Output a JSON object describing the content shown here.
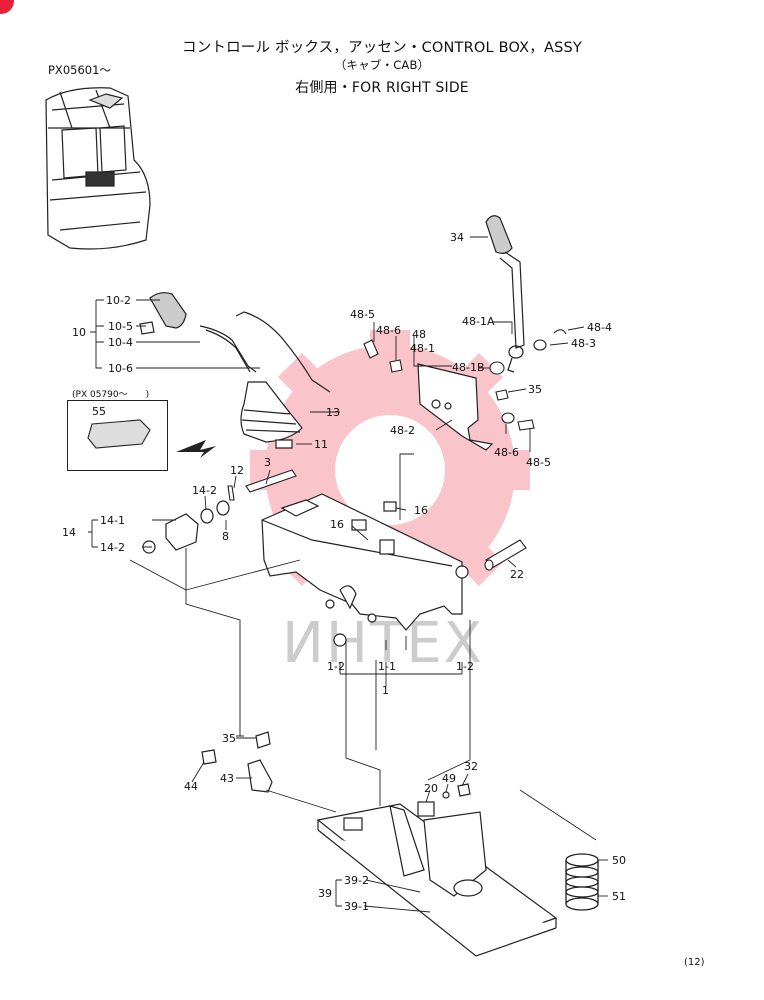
{
  "header": {
    "title_line1": "コントロール ボックス，アッセン・CONTROL BOX，ASSY",
    "title_line2": "（キャブ・CAB）",
    "title_line3": "右側用・FOR RIGHT SIDE",
    "serial": "PX05601～"
  },
  "inset": {
    "caption": "(PX 05790～　　)",
    "part": "55"
  },
  "watermark": "ИНТЕХ",
  "page_number": "(12)",
  "brand_color": "#e8203a",
  "labels": {
    "p34": "34",
    "p48_1A": "48-1A",
    "p48_4": "48-4",
    "p48_3": "48-3",
    "p48_5a": "48-5",
    "p48_6a": "48-6",
    "p48": "48",
    "p48_1": "48-1",
    "p48_1B": "48-1B",
    "p35a": "35",
    "p48_2": "48-2",
    "p48_6b": "48-6",
    "p48_5b": "48-5",
    "p10_2": "10-2",
    "p10": "10",
    "p10_5": "10-5",
    "p10_4": "10-4",
    "p10_6": "10-6",
    "p13": "13",
    "p11": "11",
    "p12": "12",
    "p3": "3",
    "p14_2a": "14-2",
    "p8": "8",
    "p14": "14",
    "p14_1": "14-1",
    "p14_2b": "14-2",
    "p16a": "16",
    "p16b": "16",
    "p22": "22",
    "p1_2a": "1-2",
    "p1_1": "1-1",
    "p1_2b": "1-2",
    "p1": "1",
    "p35b": "35",
    "p44": "44",
    "p43": "43",
    "p32": "32",
    "p49": "49",
    "p20": "20",
    "p50": "50",
    "p51": "51",
    "p39": "39",
    "p39_2": "39-2",
    "p39_1": "39-1"
  }
}
